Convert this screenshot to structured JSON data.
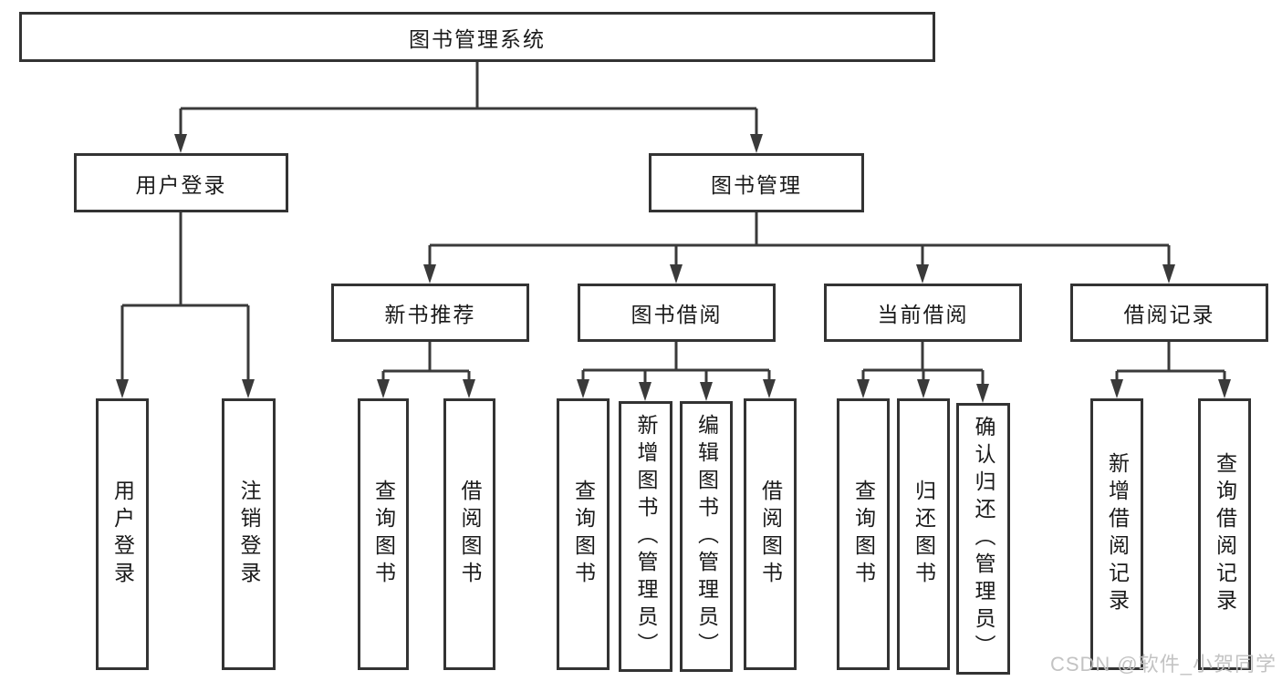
{
  "diagram": {
    "type": "tree",
    "root": {
      "label": "图书管理系统"
    },
    "children": [
      {
        "label": "用户登录",
        "children": [
          {
            "label": "用户登录"
          },
          {
            "label": "注销登录"
          }
        ]
      },
      {
        "label": "图书管理",
        "children": [
          {
            "label": "新书推荐",
            "children": [
              {
                "label": "查询图书"
              },
              {
                "label": "借阅图书"
              }
            ]
          },
          {
            "label": "图书借阅",
            "children": [
              {
                "label": "查询图书"
              },
              {
                "label": "新增图书（管理员）"
              },
              {
                "label": "编辑图书（管理员）"
              },
              {
                "label": "借阅图书"
              }
            ]
          },
          {
            "label": "当前借阅",
            "children": [
              {
                "label": "查询图书"
              },
              {
                "label": "归还图书"
              },
              {
                "label": "确认归还（管理员）"
              }
            ]
          },
          {
            "label": "借阅记录",
            "children": [
              {
                "label": "新增借阅记录"
              },
              {
                "label": "查询借阅记录"
              }
            ]
          }
        ]
      }
    ]
  },
  "watermark": {
    "text": "CSDN @软件_小贺同学",
    "color": "#c2c2c2"
  },
  "colors": {
    "line": "#3a3a3a",
    "box_border": "#333333",
    "text": "#1a1a1a",
    "background": "#ffffff"
  }
}
